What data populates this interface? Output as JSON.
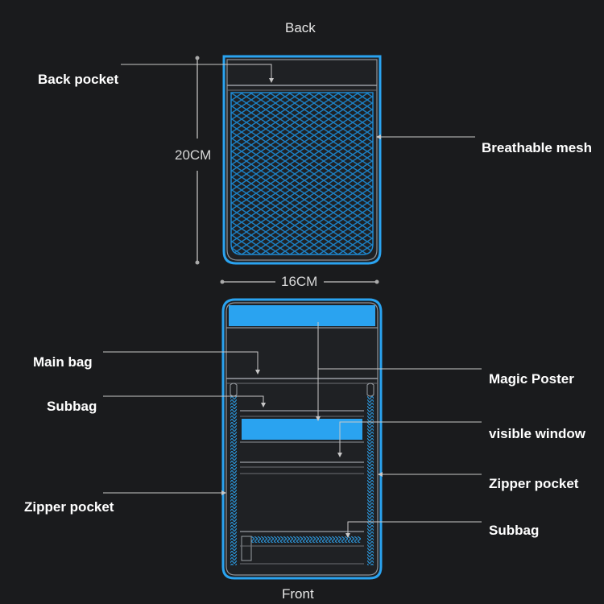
{
  "back_view": {
    "title": "Back",
    "labels": {
      "back_pocket": "Back pocket",
      "breathable_mesh": "Breathable mesh"
    },
    "dimensions": {
      "height": "20CM",
      "width": "16CM"
    }
  },
  "front_view": {
    "title": "Front",
    "labels": {
      "main_bag": "Main bag",
      "subbag_left": "Subbag",
      "zipper_pocket_left": "Zipper pocket",
      "magic_poster": "Magic Poster",
      "visible_window": "visible window",
      "zipper_pocket_right": "Zipper pocket",
      "subbag_right": "Subbag"
    }
  },
  "colors": {
    "background": "#1a1b1d",
    "accent_blue": "#2aa3f0",
    "outline": "#9fa3a8",
    "text": "#ffffff"
  }
}
